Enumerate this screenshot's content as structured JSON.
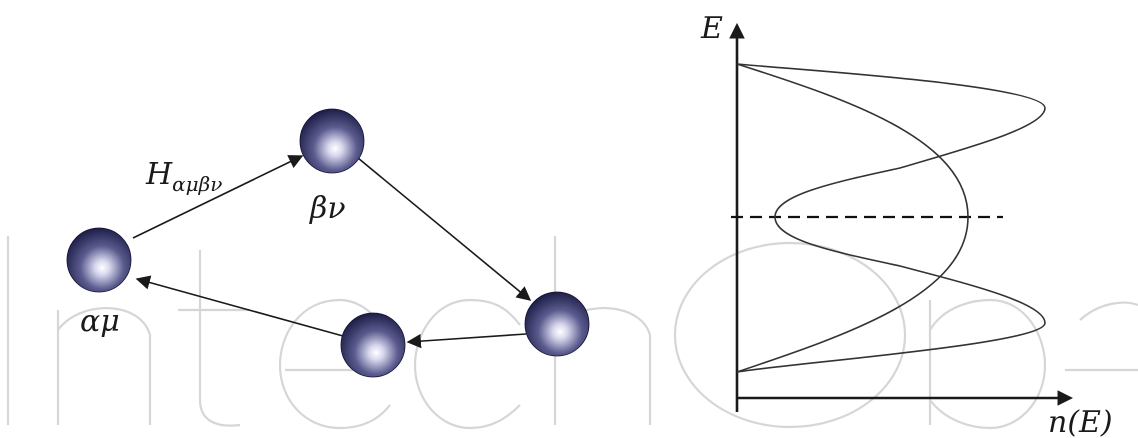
{
  "colors": {
    "node_dark": "#1e1e48",
    "node_mid": "#5a5a8e",
    "node_highlight": "#ffffff",
    "ink": "#1a1a1a",
    "watermark": "#d6d6d6"
  },
  "watermark": {
    "text": "IntechOpen"
  },
  "hopping_diagram": {
    "hopping_label": "Hαμβν",
    "nodes": [
      {
        "id": "alpha-mu",
        "label": "αμ"
      },
      {
        "id": "beta-nu",
        "label": "βν"
      },
      {
        "id": "right",
        "label": ""
      },
      {
        "id": "bottom",
        "label": ""
      }
    ],
    "edges": [
      {
        "from": "alpha-mu",
        "to": "beta-nu"
      },
      {
        "from": "beta-nu",
        "to": "right"
      },
      {
        "from": "right",
        "to": "bottom"
      },
      {
        "from": "bottom",
        "to": "alpha-mu"
      }
    ]
  },
  "dos_plot": {
    "y_axis_label": "E",
    "x_axis_label": "n(E)",
    "curves": [
      {
        "name": "",
        "description": "semicircular (single band) density of states"
      },
      {
        "name": "",
        "description": "split two-peak density of states"
      }
    ],
    "reference_level": "dashed horizontal line at band center"
  }
}
